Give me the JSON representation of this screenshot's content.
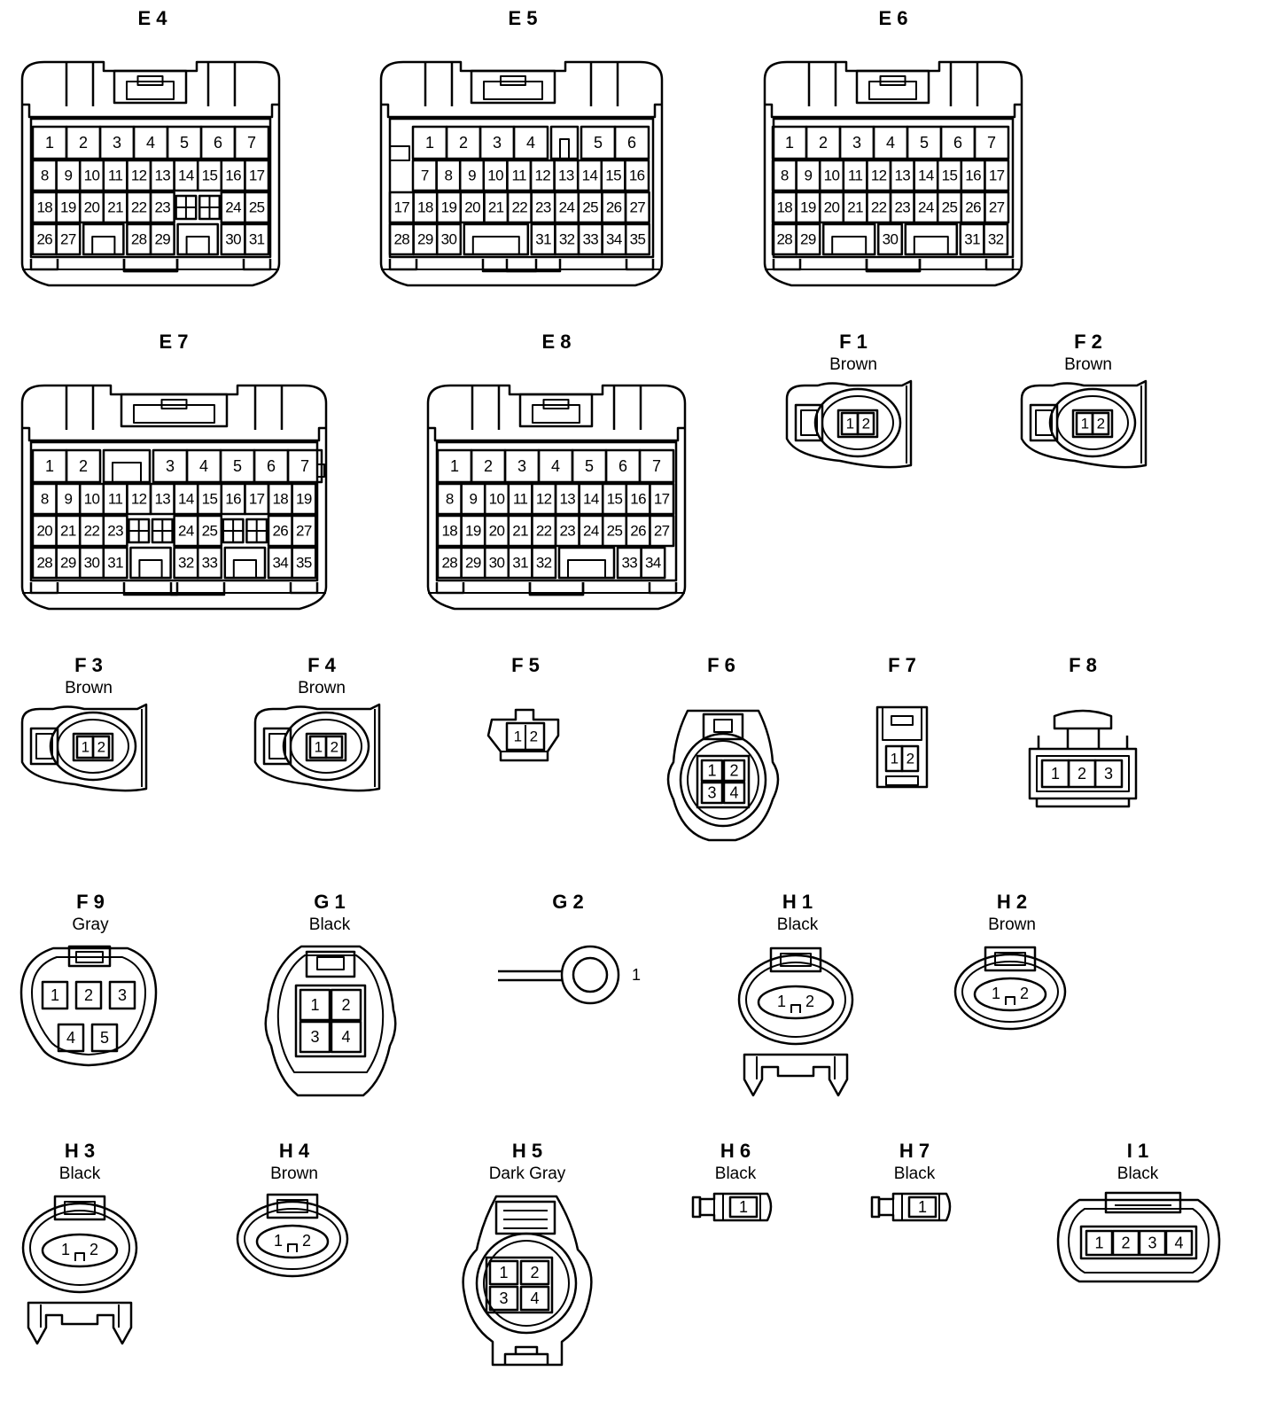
{
  "title": "",
  "connectors": {
    "E4": {
      "id": "E 4",
      "color": "",
      "rows": [
        [
          "1",
          "2",
          "3",
          "4",
          "5",
          "6",
          "7"
        ],
        [
          "8",
          "9",
          "10",
          "11",
          "12",
          "13",
          "14",
          "15",
          "16",
          "17"
        ],
        [
          "18",
          "19",
          "20",
          "21",
          "22",
          "23",
          "24",
          "25"
        ],
        [
          "26",
          "27",
          "28",
          "29",
          "30",
          "31"
        ]
      ]
    },
    "E5": {
      "id": "E 5",
      "color": "",
      "rows": [
        [
          "1",
          "2",
          "3",
          "4",
          "5",
          "6"
        ],
        [
          "7",
          "8",
          "9",
          "10",
          "11",
          "12",
          "13",
          "14",
          "15",
          "16"
        ],
        [
          "17",
          "18",
          "19",
          "20",
          "21",
          "22",
          "23",
          "24",
          "25",
          "26",
          "27"
        ],
        [
          "28",
          "29",
          "30",
          "31",
          "32",
          "33",
          "34",
          "35"
        ]
      ]
    },
    "E6": {
      "id": "E 6",
      "color": "",
      "rows": [
        [
          "1",
          "2",
          "3",
          "4",
          "5",
          "6",
          "7"
        ],
        [
          "8",
          "9",
          "10",
          "11",
          "12",
          "13",
          "14",
          "15",
          "16",
          "17"
        ],
        [
          "18",
          "19",
          "20",
          "21",
          "22",
          "23",
          "24",
          "25",
          "26",
          "27"
        ],
        [
          "28",
          "29",
          "30",
          "31",
          "32"
        ]
      ]
    },
    "E7": {
      "id": "E 7",
      "color": "",
      "rows": [
        [
          "1",
          "2",
          "3",
          "4",
          "5",
          "6",
          "7"
        ],
        [
          "8",
          "9",
          "10",
          "11",
          "12",
          "13",
          "14",
          "15",
          "16",
          "17",
          "18",
          "19"
        ],
        [
          "20",
          "21",
          "22",
          "23",
          "24",
          "25",
          "26",
          "27"
        ],
        [
          "28",
          "29",
          "30",
          "31",
          "32",
          "33",
          "34",
          "35"
        ]
      ]
    },
    "E8": {
      "id": "E 8",
      "color": "",
      "rows": [
        [
          "1",
          "2",
          "3",
          "4",
          "5",
          "6",
          "7"
        ],
        [
          "8",
          "9",
          "10",
          "11",
          "12",
          "13",
          "14",
          "15",
          "16",
          "17"
        ],
        [
          "18",
          "19",
          "20",
          "21",
          "22",
          "23",
          "24",
          "25",
          "26",
          "27"
        ],
        [
          "28",
          "29",
          "30",
          "31",
          "32",
          "33",
          "34"
        ]
      ]
    },
    "F1": {
      "id": "F 1",
      "color": "Brown",
      "pins": [
        "1",
        "2"
      ]
    },
    "F2": {
      "id": "F 2",
      "color": "Brown",
      "pins": [
        "1",
        "2"
      ]
    },
    "F3": {
      "id": "F 3",
      "color": "Brown",
      "pins": [
        "1",
        "2"
      ]
    },
    "F4": {
      "id": "F 4",
      "color": "Brown",
      "pins": [
        "1",
        "2"
      ]
    },
    "F5": {
      "id": "F 5",
      "color": "",
      "pins": [
        "1",
        "2"
      ]
    },
    "F6": {
      "id": "F 6",
      "color": "",
      "pins": [
        "1",
        "2",
        "3",
        "4"
      ]
    },
    "F7": {
      "id": "F 7",
      "color": "",
      "pins": [
        "1",
        "2"
      ]
    },
    "F8": {
      "id": "F 8",
      "color": "",
      "pins": [
        "1",
        "2",
        "3"
      ]
    },
    "F9": {
      "id": "F 9",
      "color": "Gray",
      "pins": [
        "1",
        "2",
        "3",
        "4",
        "5"
      ]
    },
    "G1": {
      "id": "G 1",
      "color": "Black",
      "pins": [
        "1",
        "2",
        "3",
        "4"
      ]
    },
    "G2": {
      "id": "G 2",
      "color": "",
      "pins": [
        "1"
      ]
    },
    "H1": {
      "id": "H 1",
      "color": "Black",
      "pins": [
        "1",
        "2"
      ]
    },
    "H2": {
      "id": "H 2",
      "color": "Brown",
      "pins": [
        "1",
        "2"
      ]
    },
    "H3": {
      "id": "H 3",
      "color": "Black",
      "pins": [
        "1",
        "2"
      ]
    },
    "H4": {
      "id": "H 4",
      "color": "Brown",
      "pins": [
        "1",
        "2"
      ]
    },
    "H5": {
      "id": "H 5",
      "color": "Dark Gray",
      "pins": [
        "1",
        "2",
        "3",
        "4"
      ]
    },
    "H6": {
      "id": "H 6",
      "color": "Black",
      "pins": [
        "1"
      ]
    },
    "H7": {
      "id": "H 7",
      "color": "Black",
      "pins": [
        "1"
      ]
    },
    "I1": {
      "id": "I 1",
      "color": "Black",
      "pins": [
        "1",
        "2",
        "3",
        "4"
      ]
    }
  }
}
